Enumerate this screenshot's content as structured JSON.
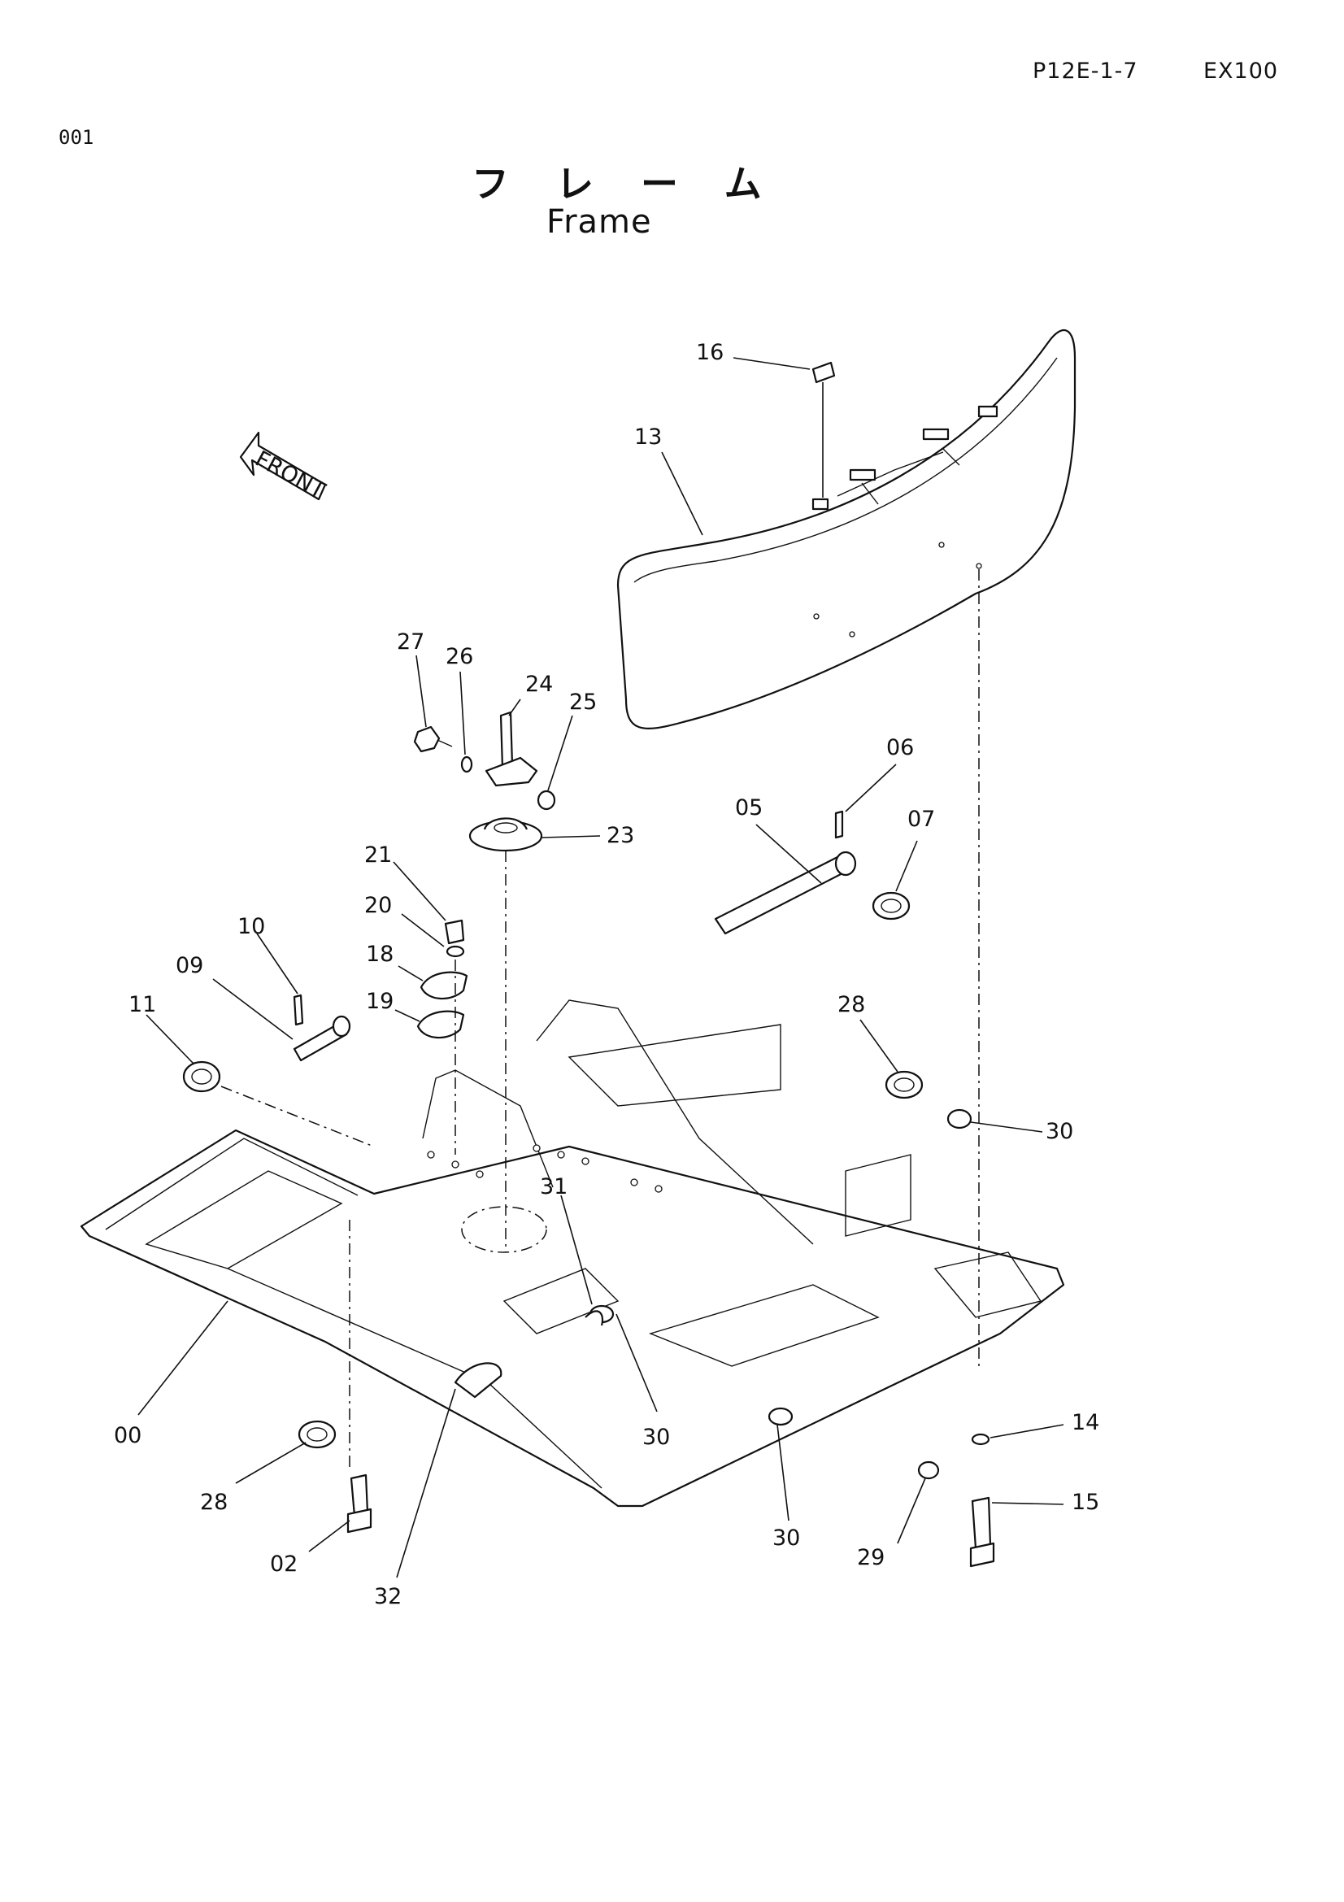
{
  "header": {
    "page_code": "P12E-1-7",
    "model": "EX100",
    "sheet": "001"
  },
  "title": {
    "japanese": "フレーム",
    "english": "Frame"
  },
  "front_marker": "FRONT",
  "callouts": [
    {
      "id": "16",
      "label": "16"
    },
    {
      "id": "13",
      "label": "13"
    },
    {
      "id": "27",
      "label": "27"
    },
    {
      "id": "26",
      "label": "26"
    },
    {
      "id": "24",
      "label": "24"
    },
    {
      "id": "25",
      "label": "25"
    },
    {
      "id": "06",
      "label": "06"
    },
    {
      "id": "05",
      "label": "05"
    },
    {
      "id": "07",
      "label": "07"
    },
    {
      "id": "23",
      "label": "23"
    },
    {
      "id": "21",
      "label": "21"
    },
    {
      "id": "20",
      "label": "20"
    },
    {
      "id": "10",
      "label": "10"
    },
    {
      "id": "18",
      "label": "18"
    },
    {
      "id": "09",
      "label": "09"
    },
    {
      "id": "19",
      "label": "19"
    },
    {
      "id": "11",
      "label": "11"
    },
    {
      "id": "28a",
      "label": "28"
    },
    {
      "id": "30a",
      "label": "30"
    },
    {
      "id": "31",
      "label": "31"
    },
    {
      "id": "14",
      "label": "14"
    },
    {
      "id": "00",
      "label": "00"
    },
    {
      "id": "30b",
      "label": "30"
    },
    {
      "id": "15",
      "label": "15"
    },
    {
      "id": "28b",
      "label": "28"
    },
    {
      "id": "30c",
      "label": "30"
    },
    {
      "id": "29",
      "label": "29"
    },
    {
      "id": "02",
      "label": "02"
    },
    {
      "id": "32",
      "label": "32"
    }
  ]
}
